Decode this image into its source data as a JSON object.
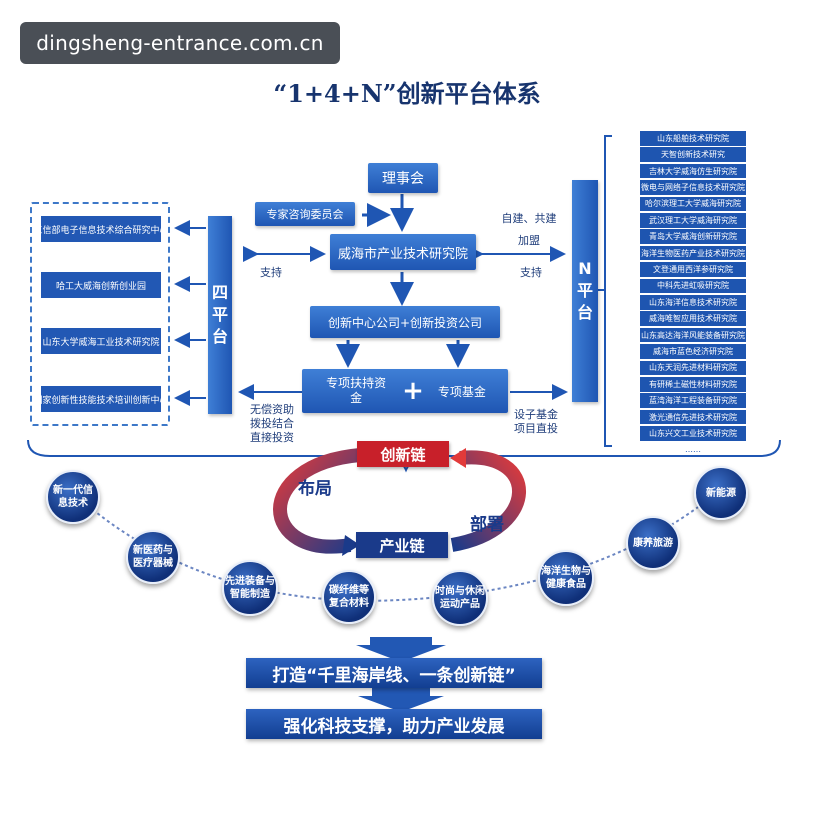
{
  "watermark": "dingsheng-entrance.com.cn",
  "title": "“1+4+N”创新平台体系",
  "top": {
    "council": "理事会",
    "expert_committee": "专家咨询委员会",
    "institute": "威海市产业技术研究院",
    "companies": "创新中心公司+创新投资公司",
    "special_fund_a": "专项扶持资金",
    "plus": "+",
    "special_fund_b": "专项基金",
    "four_platform": [
      "四",
      "平",
      "台"
    ],
    "n_platform": [
      "N",
      "平",
      "台"
    ],
    "label_support_left": "支持",
    "label_self_build": [
      "自建、共建",
      "加盟"
    ],
    "label_support_right": "支持",
    "label_gratis": [
      "无偿资助",
      "拨投结合",
      "直接投资"
    ],
    "label_fund": [
      "设子基金",
      "项目直投"
    ]
  },
  "left_platforms": [
    "工信部电子信息技术综合研究中心",
    "哈工大威海创新创业园",
    "山东大学威海工业技术研究院",
    "国家创新性技能技术培训创新中心"
  ],
  "right_platforms": [
    "山东船舶技术研究院",
    "天智创新技术研究",
    "吉林大学威海仿生研究院",
    "微电与网络子信息技术研究院",
    "哈尔滨理工大学威海研究院",
    "武汉理工大学威海研究院",
    "青岛大学威海创新研究院",
    "海洋生物医药产业技术研究院",
    "文登通用西洋参研究院",
    "中科先进虹吸研究院",
    "山东海洋信息技术研究院",
    "威海唯智应用技术研究院",
    "山东高达海洋风能装备研究院",
    "威海市蓝色经济研究院",
    "山东天润先进材料研究院",
    "有研稀土磁性材料研究院",
    "蓝湾海洋工程装备研究院",
    "激光通信先进技术研究院",
    "山东兴文工业技术研究院",
    "……"
  ],
  "chain": {
    "innovation": "创新链",
    "layout": "布局",
    "deploy": "部署",
    "industry": "产业链"
  },
  "industries": [
    [
      "新一代信",
      "息技术"
    ],
    [
      "新医药与",
      "医疗器械"
    ],
    [
      "先进装备与",
      "智能制造"
    ],
    [
      "碳纤维等",
      "复合材料"
    ],
    [
      "时尚与休闲",
      "运动产品"
    ],
    [
      "海洋生物与",
      "健康食品"
    ],
    [
      "康养旅游"
    ],
    [
      "新能源"
    ]
  ],
  "banners": {
    "one": "打造“千里海岸线、一条创新链”",
    "two": "强化科技支撑，助力产业发展"
  },
  "colors": {
    "primary": "#1f56b3",
    "dark": "#0f2f78",
    "red": "#c8202a"
  }
}
